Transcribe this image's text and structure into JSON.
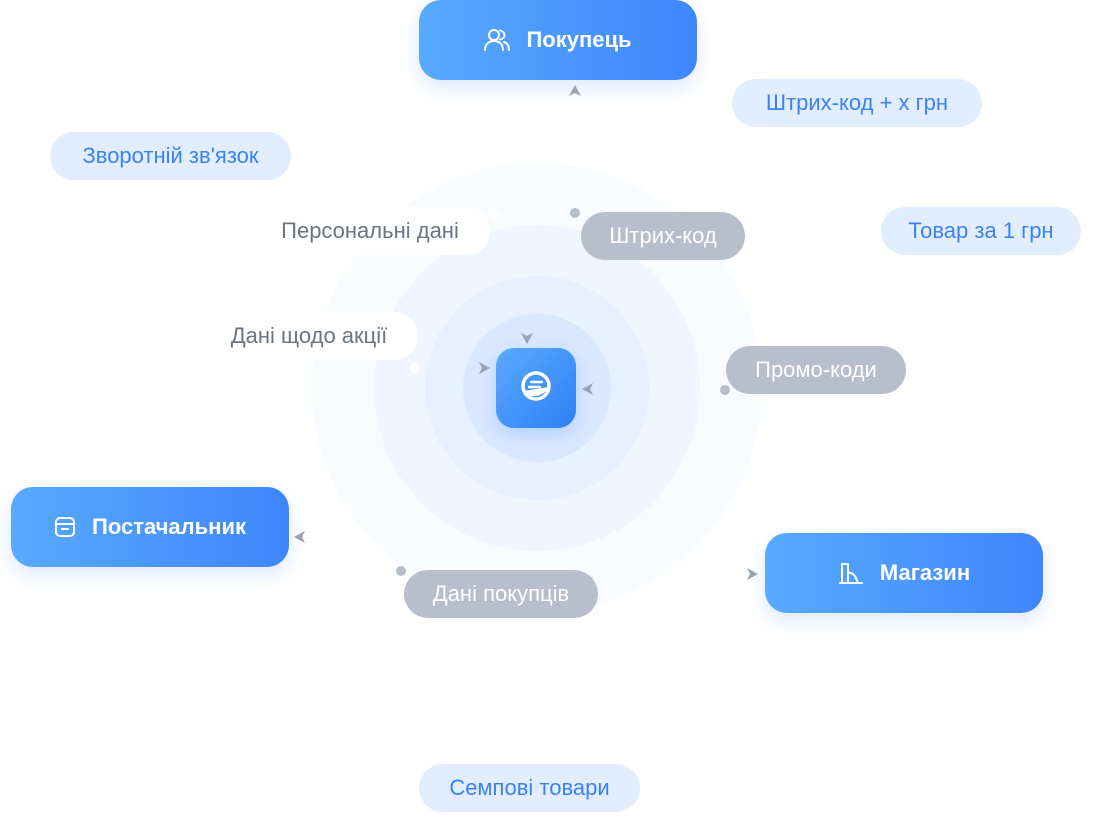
{
  "nodes": {
    "buyer": {
      "label": "Покупець",
      "icon": "users-icon"
    },
    "supplier": {
      "label": "Постачальник",
      "icon": "box-icon"
    },
    "store": {
      "label": "Магазин",
      "icon": "store-icon"
    }
  },
  "center": {
    "icon": "currency-logo-icon"
  },
  "tags": {
    "barcode_plus": "Штрих-код + х грн",
    "feedback": "Зворотній зв'язок",
    "product_1uah": "Товар за 1 грн",
    "samples": "Семпові товари"
  },
  "flows": {
    "personal_data": "Персональні дані",
    "barcode": "Штрих-код",
    "promo_data": "Дані щодо акції",
    "promo_codes": "Промо-коди",
    "purchase_data": "Дані покупців"
  },
  "colors": {
    "accent": "#3f86fb",
    "accent_light": "#58aaff",
    "tag_bg": "#e2eeff",
    "tag_text": "#3b82f6",
    "flow_grey": "#b8bfcc",
    "muted_text": "#6b7385"
  }
}
